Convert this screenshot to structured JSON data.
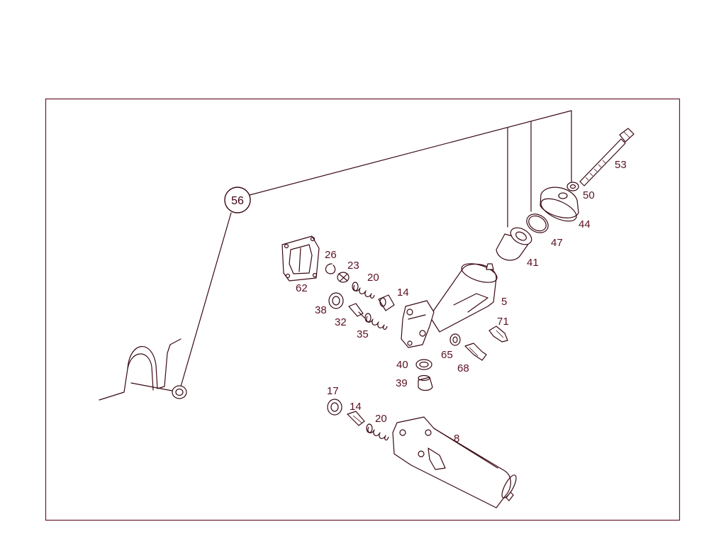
{
  "colors": {
    "frame": "#6a1a2a",
    "line_art": "#3a0a14",
    "label_text": "#5a1020"
  },
  "callout": {
    "label": "56"
  },
  "parts": [
    {
      "id": "p53",
      "label": "53"
    },
    {
      "id": "p50",
      "label": "50"
    },
    {
      "id": "p44",
      "label": "44"
    },
    {
      "id": "p47",
      "label": "47"
    },
    {
      "id": "p41",
      "label": "41"
    },
    {
      "id": "p26",
      "label": "26"
    },
    {
      "id": "p23",
      "label": "23"
    },
    {
      "id": "p20a",
      "label": "20"
    },
    {
      "id": "p62",
      "label": "62"
    },
    {
      "id": "p14a",
      "label": "14"
    },
    {
      "id": "p5",
      "label": "5"
    },
    {
      "id": "p38",
      "label": "38"
    },
    {
      "id": "p32",
      "label": "32"
    },
    {
      "id": "p35",
      "label": "35"
    },
    {
      "id": "p71",
      "label": "71"
    },
    {
      "id": "p65",
      "label": "65"
    },
    {
      "id": "p68",
      "label": "68"
    },
    {
      "id": "p40",
      "label": "40"
    },
    {
      "id": "p39",
      "label": "39"
    },
    {
      "id": "p17",
      "label": "17"
    },
    {
      "id": "p14b",
      "label": "14"
    },
    {
      "id": "p20b",
      "label": "20"
    },
    {
      "id": "p8",
      "label": "8"
    }
  ]
}
